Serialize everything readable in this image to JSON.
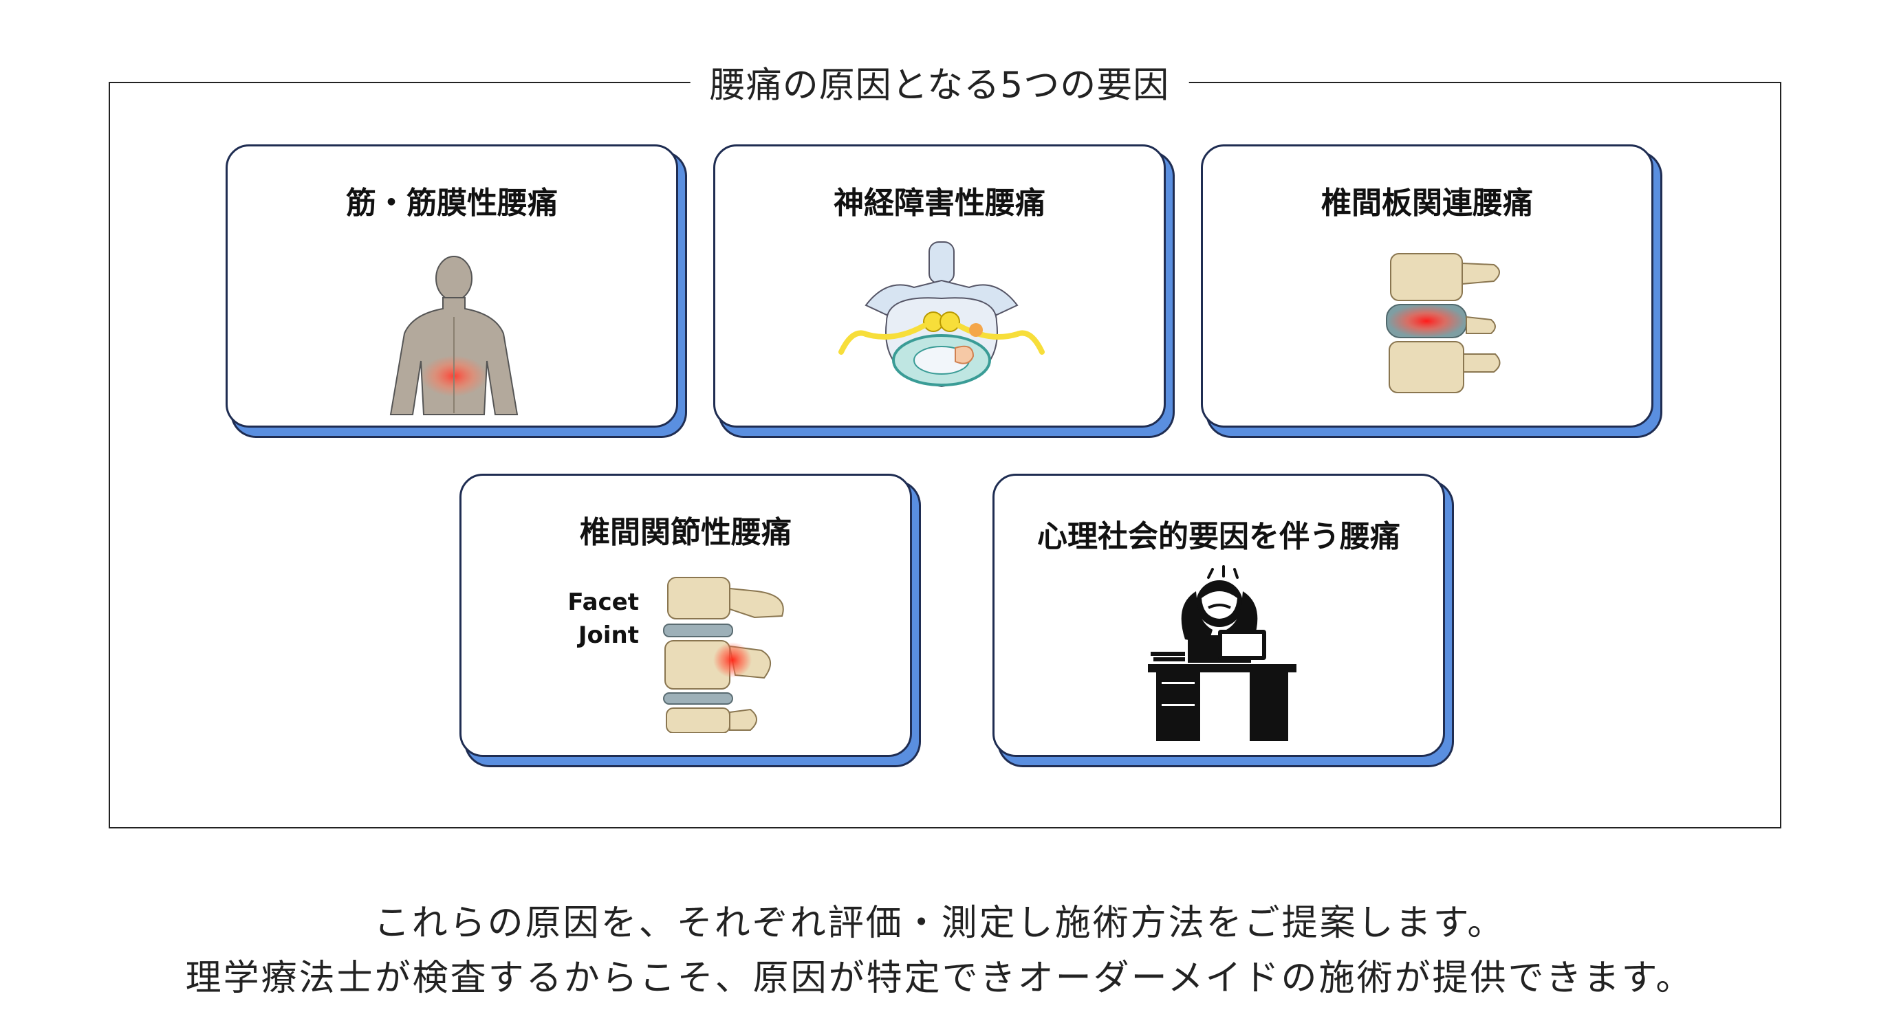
{
  "frame": {
    "title": "腰痛の原因となる5つの要因"
  },
  "cards": [
    {
      "title": "筋・筋膜性腰痛",
      "icon": "back-pain-figure-icon"
    },
    {
      "title": "神経障害性腰痛",
      "icon": "nerve-vertebra-icon"
    },
    {
      "title": "椎間板関連腰痛",
      "icon": "disc-spine-icon"
    },
    {
      "title": "椎間関節性腰痛",
      "icon": "facet-joint-spine-icon",
      "label_line1": "Facet",
      "label_line2": "Joint"
    },
    {
      "title": "心理社会的要因を伴う腰痛",
      "icon": "stressed-person-desk-icon"
    }
  ],
  "footer": {
    "line1": "これらの原因を、それぞれ評価・測定し施術方法をご提案します。",
    "line2": "理学療法士が検査するからこそ、原因が特定できオーダーメイドの施術が提供できます。"
  },
  "colors": {
    "card_border": "#1f2d52",
    "card_shadow": "#5a8fe0",
    "pain_red": "#e8443a"
  }
}
